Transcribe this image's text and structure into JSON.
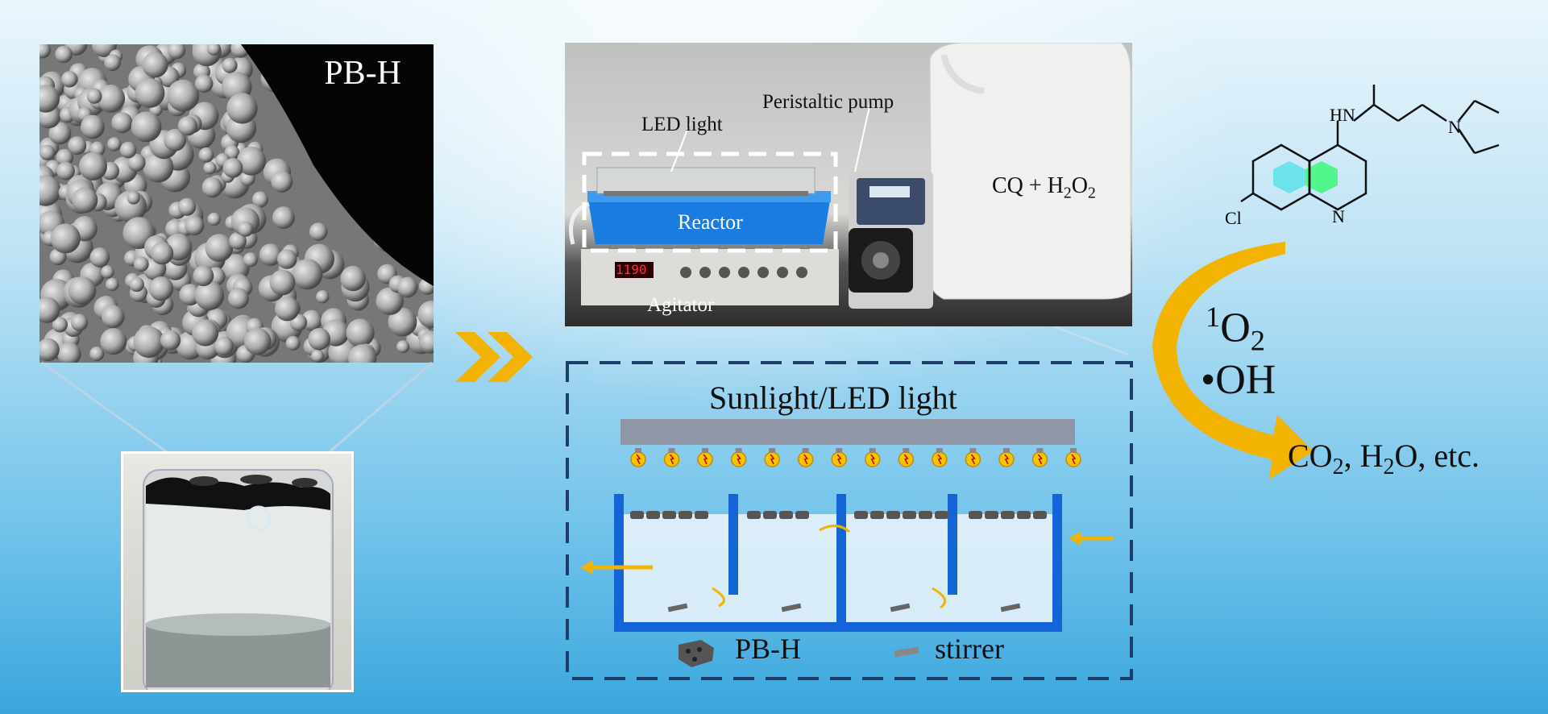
{
  "sem_panel": {
    "label": "PB-H"
  },
  "setup_photo": {
    "led_light": "LED light",
    "peristaltic_pump": "Peristaltic pump",
    "reactor": "Reactor",
    "agitator": "Agitator",
    "cq_prefix": "CQ + H",
    "cq_sub": "2",
    "cq_suffix": "O",
    "cq_sub2": "2",
    "display": "1190"
  },
  "schematic": {
    "light_label": "Sunlight/LED light",
    "bulb_count": 14,
    "legend_pbh": "PB-H",
    "legend_stirrer": "stirrer"
  },
  "molecule": {
    "hn": "HN",
    "n_amine": "N",
    "n_ring": "N",
    "cl": "Cl"
  },
  "reaction": {
    "singlet_sup": "1",
    "singlet_o": "O",
    "singlet_sub": "2",
    "hydroxyl": "•OH",
    "prod_co": "CO",
    "prod_co_sub": "2",
    "prod_h": ", H",
    "prod_h_sub": "2",
    "prod_rest": "O, etc."
  },
  "colors": {
    "arrow": "#f2b400",
    "frame": "#1f3d6b",
    "tank": "#1464d8"
  }
}
